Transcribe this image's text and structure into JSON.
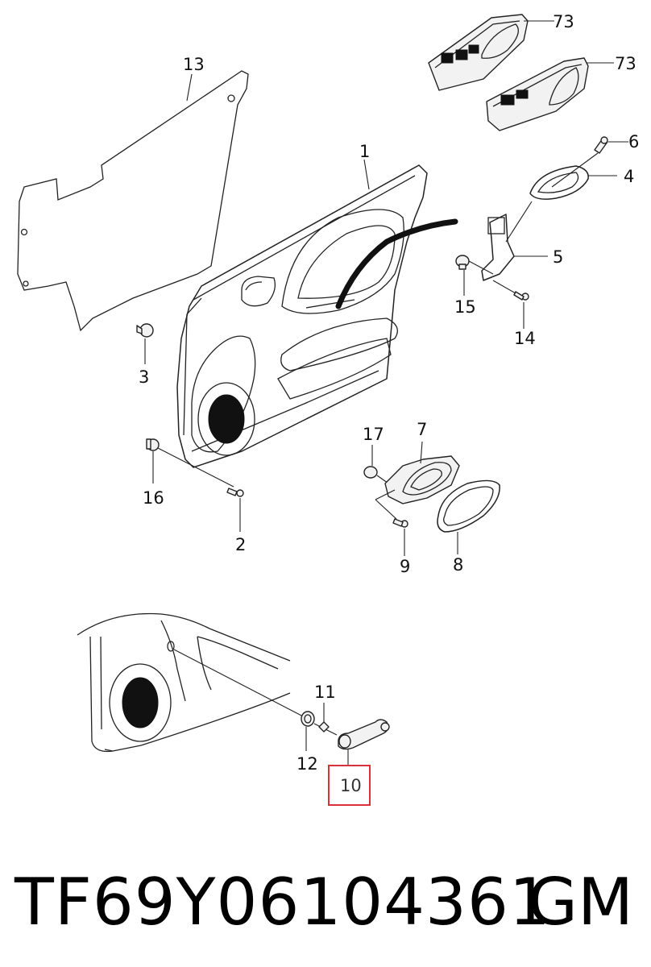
{
  "callouts": {
    "c73a": "73",
    "c73b": "73",
    "c13": "13",
    "c1": "1",
    "c6": "6",
    "c4": "4",
    "c5": "5",
    "c15": "15",
    "c14": "14",
    "c3": "3",
    "c16": "16",
    "c2": "2",
    "c17": "17",
    "c7": "7",
    "c9": "9",
    "c8": "8",
    "c11": "11",
    "c12": "12",
    "c10": "10"
  },
  "highlight": {
    "callout": "10",
    "color": "#d9303a"
  },
  "footer": {
    "part_number": "TF69Y06104361",
    "brand": "GM"
  }
}
